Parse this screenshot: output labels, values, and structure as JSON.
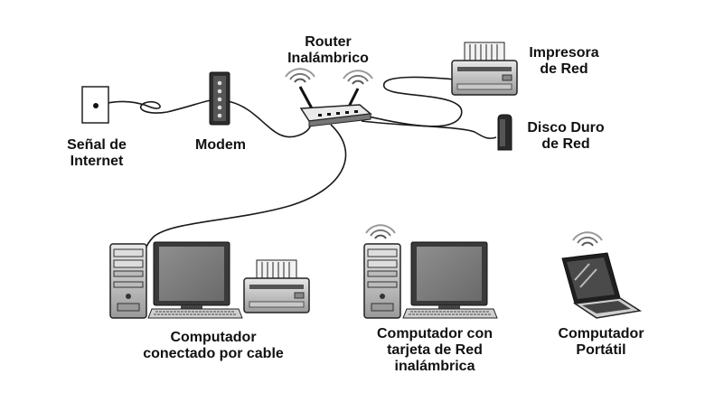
{
  "labels": {
    "signal": [
      "Señal de",
      "Internet"
    ],
    "modem": [
      "Modem"
    ],
    "router": [
      "Router",
      "Inalámbrico"
    ],
    "printer": [
      "Impresora",
      "de Red"
    ],
    "disk": [
      "Disco Duro",
      "de Red"
    ],
    "wired_pc": [
      "Computador",
      "conectado por cable"
    ],
    "wireless_pc": [
      "Computador con",
      "tarjeta de Red",
      "inalámbrica"
    ],
    "laptop": [
      "Computador",
      "Portátil"
    ]
  }
}
